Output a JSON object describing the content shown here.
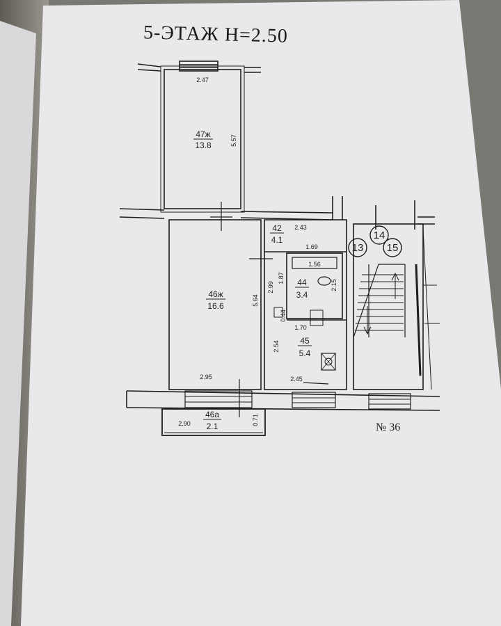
{
  "title": "5-ЭТАЖ  Н=2.50",
  "sheet_number": "№ 36",
  "rooms": {
    "r47": {
      "number": "47ж",
      "area": "13.8"
    },
    "r46": {
      "number": "46ж",
      "area": "16.6"
    },
    "r42": {
      "number": "42",
      "area": "4.1"
    },
    "r44": {
      "number": "44",
      "area": "3.4"
    },
    "r45": {
      "number": "45",
      "area": "5.4"
    },
    "r46a": {
      "number": "46а",
      "area": "2.1"
    }
  },
  "dimensions": {
    "d247": "2.47",
    "d557": "5.57",
    "d564": "5.64",
    "d295": "2.95",
    "d243": "2.43",
    "d169": "1.69",
    "d156": "1.56",
    "d187": "1.87",
    "d299": "2.99",
    "d215": "2.15",
    "d044": "0.44",
    "d170": "1.70",
    "d254": "2.54",
    "d245": "2.45",
    "d290": "2.90",
    "d071": "0.71"
  },
  "stair_markers": {
    "m13": "13",
    "m14": "14",
    "m15": "15"
  },
  "colors": {
    "paper": "#e9e9ec",
    "line": "#1e1e1e"
  }
}
